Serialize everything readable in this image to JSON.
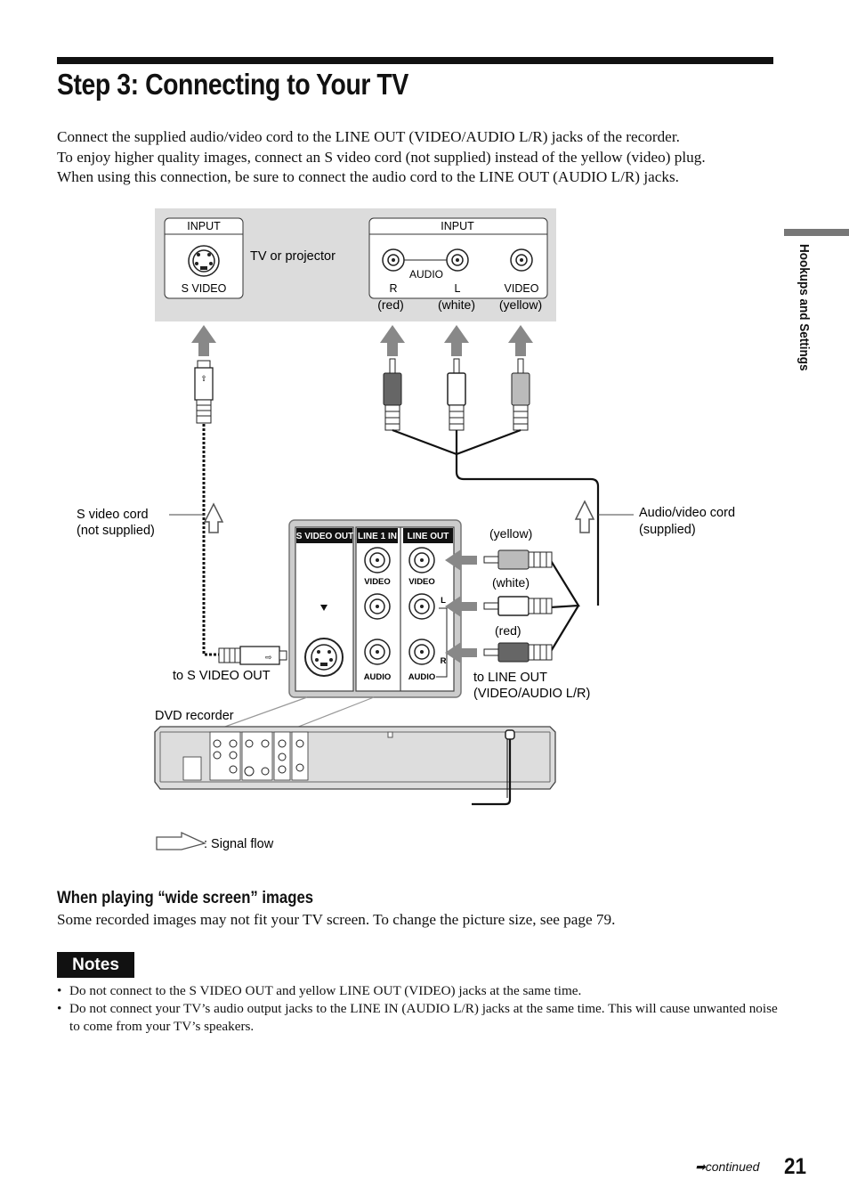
{
  "page": {
    "title": "Step 3: Connecting to Your TV",
    "intro": [
      "Connect the supplied audio/video cord to the LINE OUT (VIDEO/AUDIO L/R) jacks of the recorder.",
      "To enjoy higher quality images, connect an S video cord (not supplied) instead of the yellow (video) plug.",
      "When using this connection, be sure to connect the audio cord to the LINE OUT (AUDIO L/R) jacks."
    ],
    "side_label": "Hookups and Settings",
    "section_heading": "When playing “wide screen” images",
    "section_body": "Some recorded images may not fit your TV screen. To change the picture size, see page 79.",
    "notes_title": "Notes",
    "notes": [
      "Do not connect to the S VIDEO OUT and yellow LINE OUT (VIDEO) jacks at the same time.",
      "Do not connect your TV’s audio output jacks to the LINE IN (AUDIO L/R) jacks at the same time. This will cause unwanted noise to come from your TV’s speakers."
    ],
    "continued": "continued",
    "page_number": "21"
  },
  "diagram": {
    "tv_input_left": "INPUT",
    "tv_svideo": "S VIDEO",
    "tv_label": "TV or projector",
    "tv_input_right": "INPUT",
    "tv_audio": "AUDIO",
    "tv_r": "R",
    "tv_l": "L",
    "tv_video": "VIDEO",
    "col_red": "(red)",
    "col_white": "(white)",
    "col_yellow": "(yellow)",
    "svideo_cord_1": "S video cord",
    "svideo_cord_2": "(not supplied)",
    "av_cord_1": "Audio/video cord",
    "av_cord_2": "(supplied)",
    "panel_svideo_out": "S VIDEO OUT",
    "panel_line1_in": "LINE 1 IN",
    "panel_line_out": "LINE OUT",
    "panel_video_1": "VIDEO",
    "panel_video_2": "VIDEO",
    "panel_audio_1": "AUDIO",
    "panel_audio_2": "AUDIO",
    "panel_l": "L",
    "panel_r": "R",
    "plug_yellow": "(yellow)",
    "plug_white": "(white)",
    "plug_red": "(red)",
    "to_svideo_out": "to S VIDEO OUT",
    "to_line_out_1": "to LINE OUT",
    "to_line_out_2": "(VIDEO/AUDIO L/R)",
    "dvd_recorder": "DVD recorder",
    "signal_flow": ": Signal flow"
  }
}
